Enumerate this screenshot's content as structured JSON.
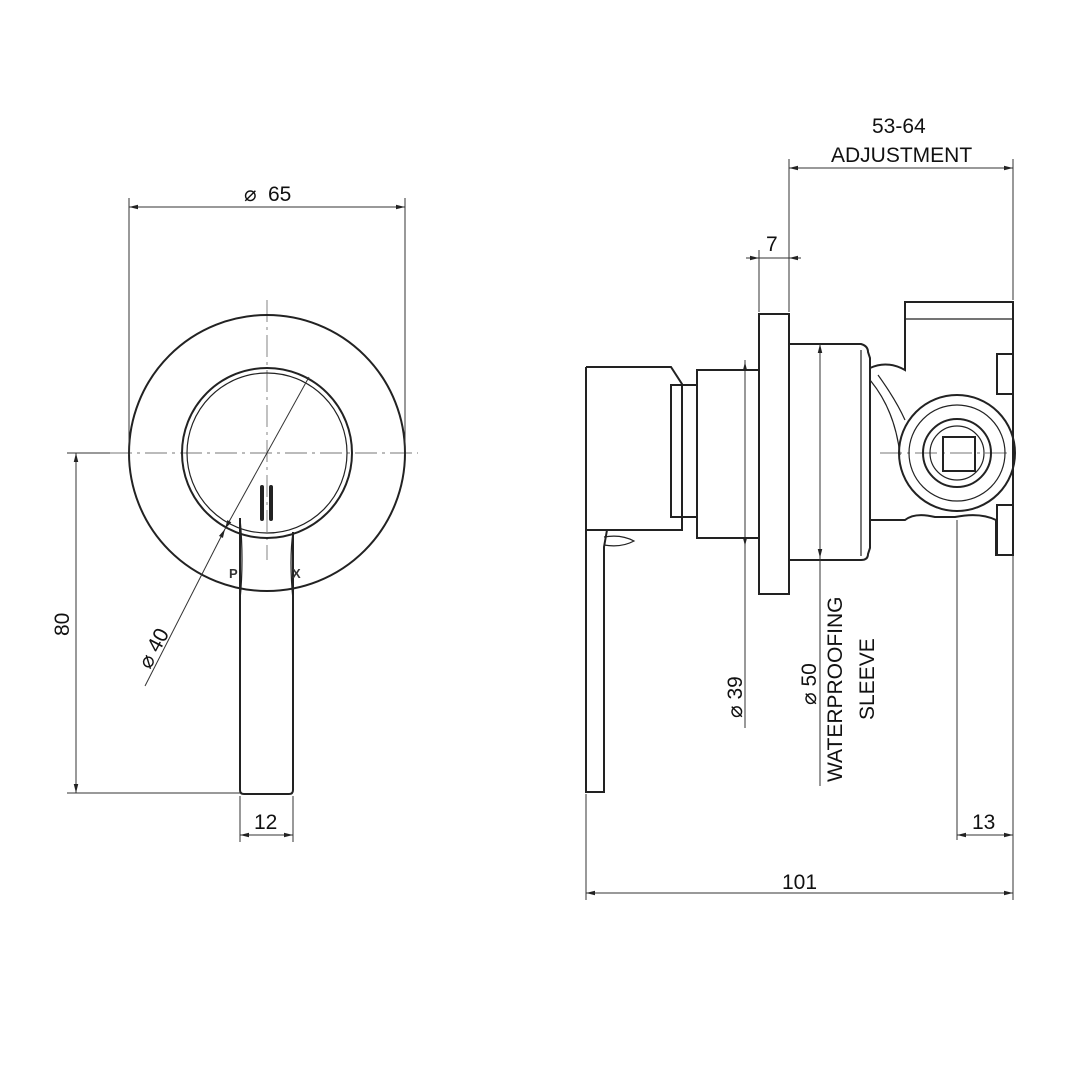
{
  "dimensions": {
    "plate_diameter": "65",
    "handle_diameter": "40",
    "height": "80",
    "lever_width": "12",
    "adjustment_value": "53-64",
    "adjustment_label": "ADJUSTMENT",
    "plate_thickness": "7",
    "diameter_39": "39",
    "diameter_50": "50",
    "sleeve_label_line1": "WATERPROOFING",
    "sleeve_label_line2": "SLEEVE",
    "offset": "13",
    "overall_depth": "101"
  },
  "symbols": {
    "diameter": "⌀"
  },
  "brand": {
    "left_letter": "P",
    "right_letter": "X"
  }
}
